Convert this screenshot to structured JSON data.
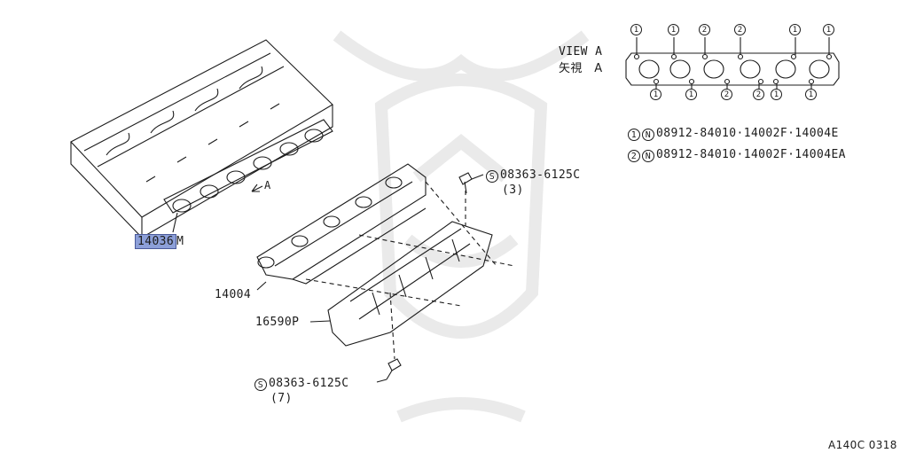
{
  "labels": {
    "part_14036": "14036",
    "part_14036_suffix": "M",
    "part_14004": "14004",
    "part_16590": "16590P",
    "arrow_a": "A",
    "bolt_top_code": "08363-6125C",
    "bolt_top_qty": "(3)",
    "bolt_bottom_code": "08363-6125C",
    "bolt_bottom_qty": "(7)",
    "bolt_prefix": "S",
    "view_a_en": "VIEW A",
    "view_a_jp": "矢視　A",
    "nut_prefix": "N",
    "legend_1_num": "1",
    "legend_1_text": "08912-84010·14002F·14004E",
    "legend_2_num": "2",
    "legend_2_text": "08912-84010·14002F·14004EA",
    "diagram_code": "A140C 0318"
  },
  "view_a_top_numbers": [
    "1",
    "1",
    "2",
    "2",
    "1",
    "1"
  ],
  "view_a_bottom_numbers": [
    "1",
    "1",
    "2",
    "2",
    "1",
    "1"
  ],
  "colors": {
    "line": "#1c1c1c",
    "highlight": "#8c9fd8",
    "watermark": "#e6e6e6"
  }
}
